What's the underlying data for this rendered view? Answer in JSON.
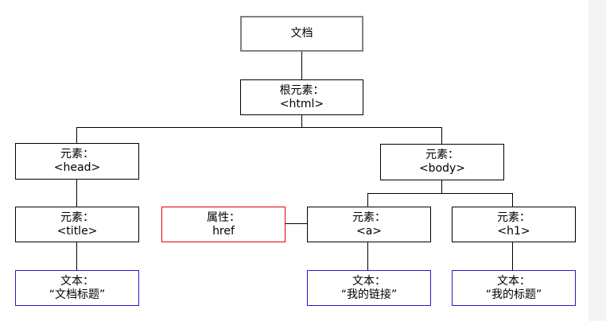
{
  "nodes": {
    "document": {
      "title": "文档"
    },
    "html": {
      "title": "根元素：",
      "value": "<html>"
    },
    "head": {
      "title": "元素：",
      "value": "<head>"
    },
    "body": {
      "title": "元素：",
      "value": "<body>"
    },
    "title_el": {
      "title": "元素：",
      "value": "<title>"
    },
    "attr_href": {
      "title": "属性：",
      "value": "href"
    },
    "a": {
      "title": "元素：",
      "value": "<a>"
    },
    "h1": {
      "title": "元素：",
      "value": "<h1>"
    },
    "text_title": {
      "title": "文本：",
      "value": "“文档标题”"
    },
    "text_link": {
      "title": "文本：",
      "value": "“我的链接”"
    },
    "text_h1": {
      "title": "文本：",
      "value": "“我的标题”"
    }
  },
  "colors": {
    "document_border": "#808080",
    "element_border": "#000000",
    "attribute_border": "#e00000",
    "text_border": "#1f1fd0"
  }
}
